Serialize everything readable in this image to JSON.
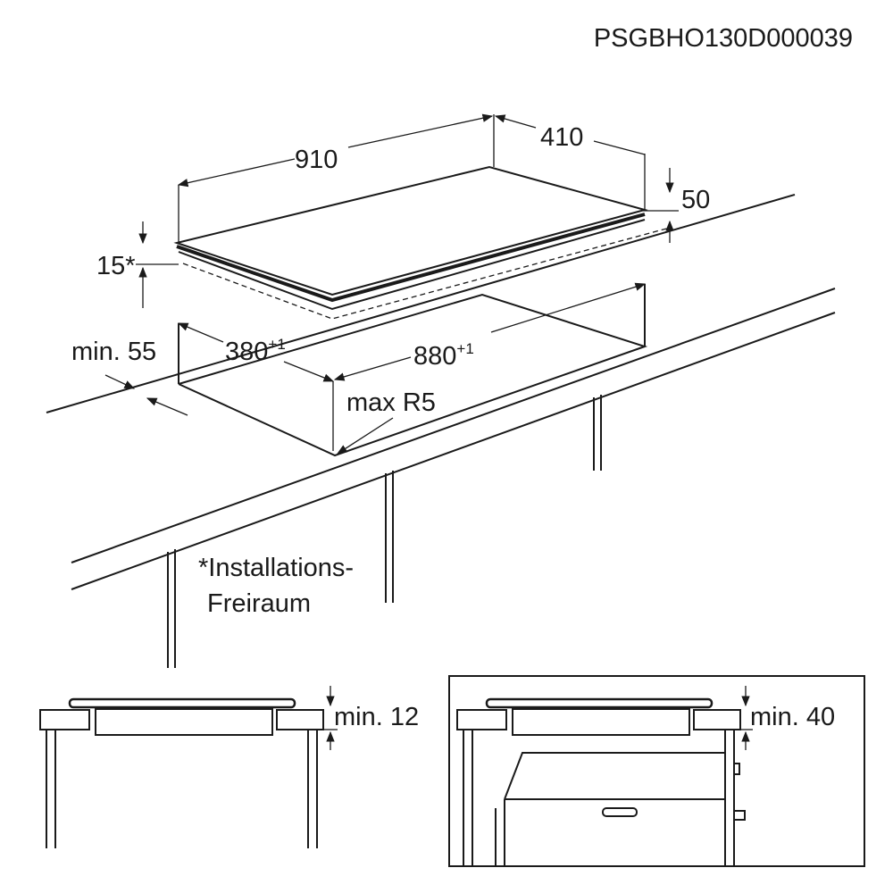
{
  "code": "PSGBHO130D000039",
  "dimensions": {
    "width": "910",
    "depth": "410",
    "height": "50",
    "edge": "15*",
    "front_distance": "min. 55",
    "cutout_depth": "380",
    "cutout_depth_tol": "+1",
    "cutout_width": "880",
    "cutout_width_tol": "+1",
    "radius": "max R5"
  },
  "note": {
    "line1": "*Installations-",
    "line2": "Freiraum"
  },
  "detail_left": {
    "clearance": "min. 12"
  },
  "detail_right": {
    "clearance": "min. 40"
  }
}
